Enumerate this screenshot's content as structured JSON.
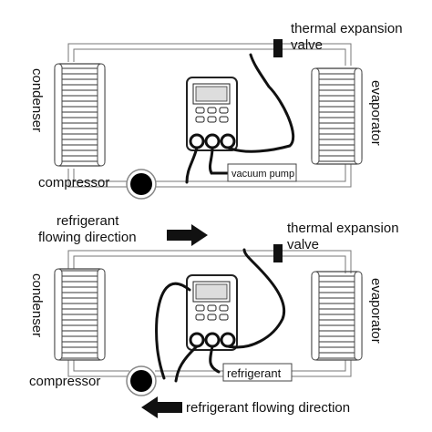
{
  "diagram_top": {
    "thermal_expansion_valve_line1": "thermal expansion",
    "thermal_expansion_valve_line2": "valve",
    "condenser": "condenser",
    "evaporator": "evaporator",
    "compressor": "compressor",
    "vacuum_pump": "vacuum pump"
  },
  "diagram_bottom": {
    "flow_direction_line1": "refrigerant",
    "flow_direction_line2": "flowing direction",
    "thermal_expansion_valve_line1": "thermal expansion",
    "thermal_expansion_valve_line2": "valve",
    "condenser": "condenser",
    "evaporator": "evaporator",
    "compressor": "compressor",
    "refrigerant": "refrigerant",
    "bottom_flow_direction": "refrigerant flowing direction"
  },
  "icons": [
    "manifold-gauge-icon",
    "compressor-icon",
    "coil-icon",
    "valve-icon",
    "arrow-right-icon",
    "arrow-left-icon"
  ],
  "colors": {
    "line": "#111111",
    "pipe": "#888888",
    "background": "#ffffff"
  }
}
